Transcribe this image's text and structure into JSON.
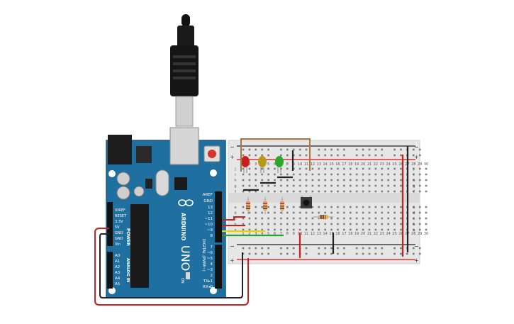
{
  "board": {
    "brand_text": "ARDUINO",
    "model_text": "UNO",
    "on_label": "ON",
    "digital_label": "DIGITAL (PWM~)",
    "power_label": "POWER",
    "analog_label": "ANALOG IN",
    "tx_label": "TX",
    "rx_label": "RX",
    "top_header_pins": [
      "AREF",
      "GND",
      "13",
      "12",
      "~11",
      "~10",
      "~9",
      "8"
    ],
    "bottom_header_pins": [
      "7",
      "~6",
      "~5",
      "4",
      "~3",
      "2",
      "TX▸1",
      "RX◂0"
    ],
    "power_pins": [
      "IOREF",
      "RESET",
      "3.3V",
      "5V",
      "GND",
      "GND",
      "Vin"
    ],
    "analog_pins": [
      "A0",
      "A1",
      "A2",
      "A3",
      "A4",
      "A5"
    ]
  },
  "breadboard": {
    "row_letters_top": [
      "j",
      "i",
      "h",
      "g",
      "f"
    ],
    "row_letters_bottom": [
      "e",
      "d",
      "c",
      "b",
      "a"
    ],
    "column_numbers": [
      "1",
      "2",
      "3",
      "4",
      "5",
      "6",
      "7",
      "8",
      "9",
      "10",
      "11",
      "12",
      "13",
      "14",
      "15",
      "16",
      "17",
      "18",
      "19",
      "20",
      "21",
      "22",
      "23",
      "24",
      "25",
      "26",
      "27",
      "28",
      "29",
      "30"
    ],
    "plus_sign": "+",
    "minus_sign": "−"
  },
  "colors": {
    "board_blue": "#1f6fa0",
    "wire_red": "#cc1f1f",
    "wire_black": "#222222",
    "wire_yellow": "#e8d200",
    "wire_green": "#2ea02e",
    "wire_brown": "#a6773d",
    "led_red": "#c8201a",
    "led_yellow": "#b59a16",
    "led_green": "#29a829"
  },
  "icons": [
    "usb-cable-icon",
    "arduino-logo-icon",
    "pushbutton-icon"
  ]
}
